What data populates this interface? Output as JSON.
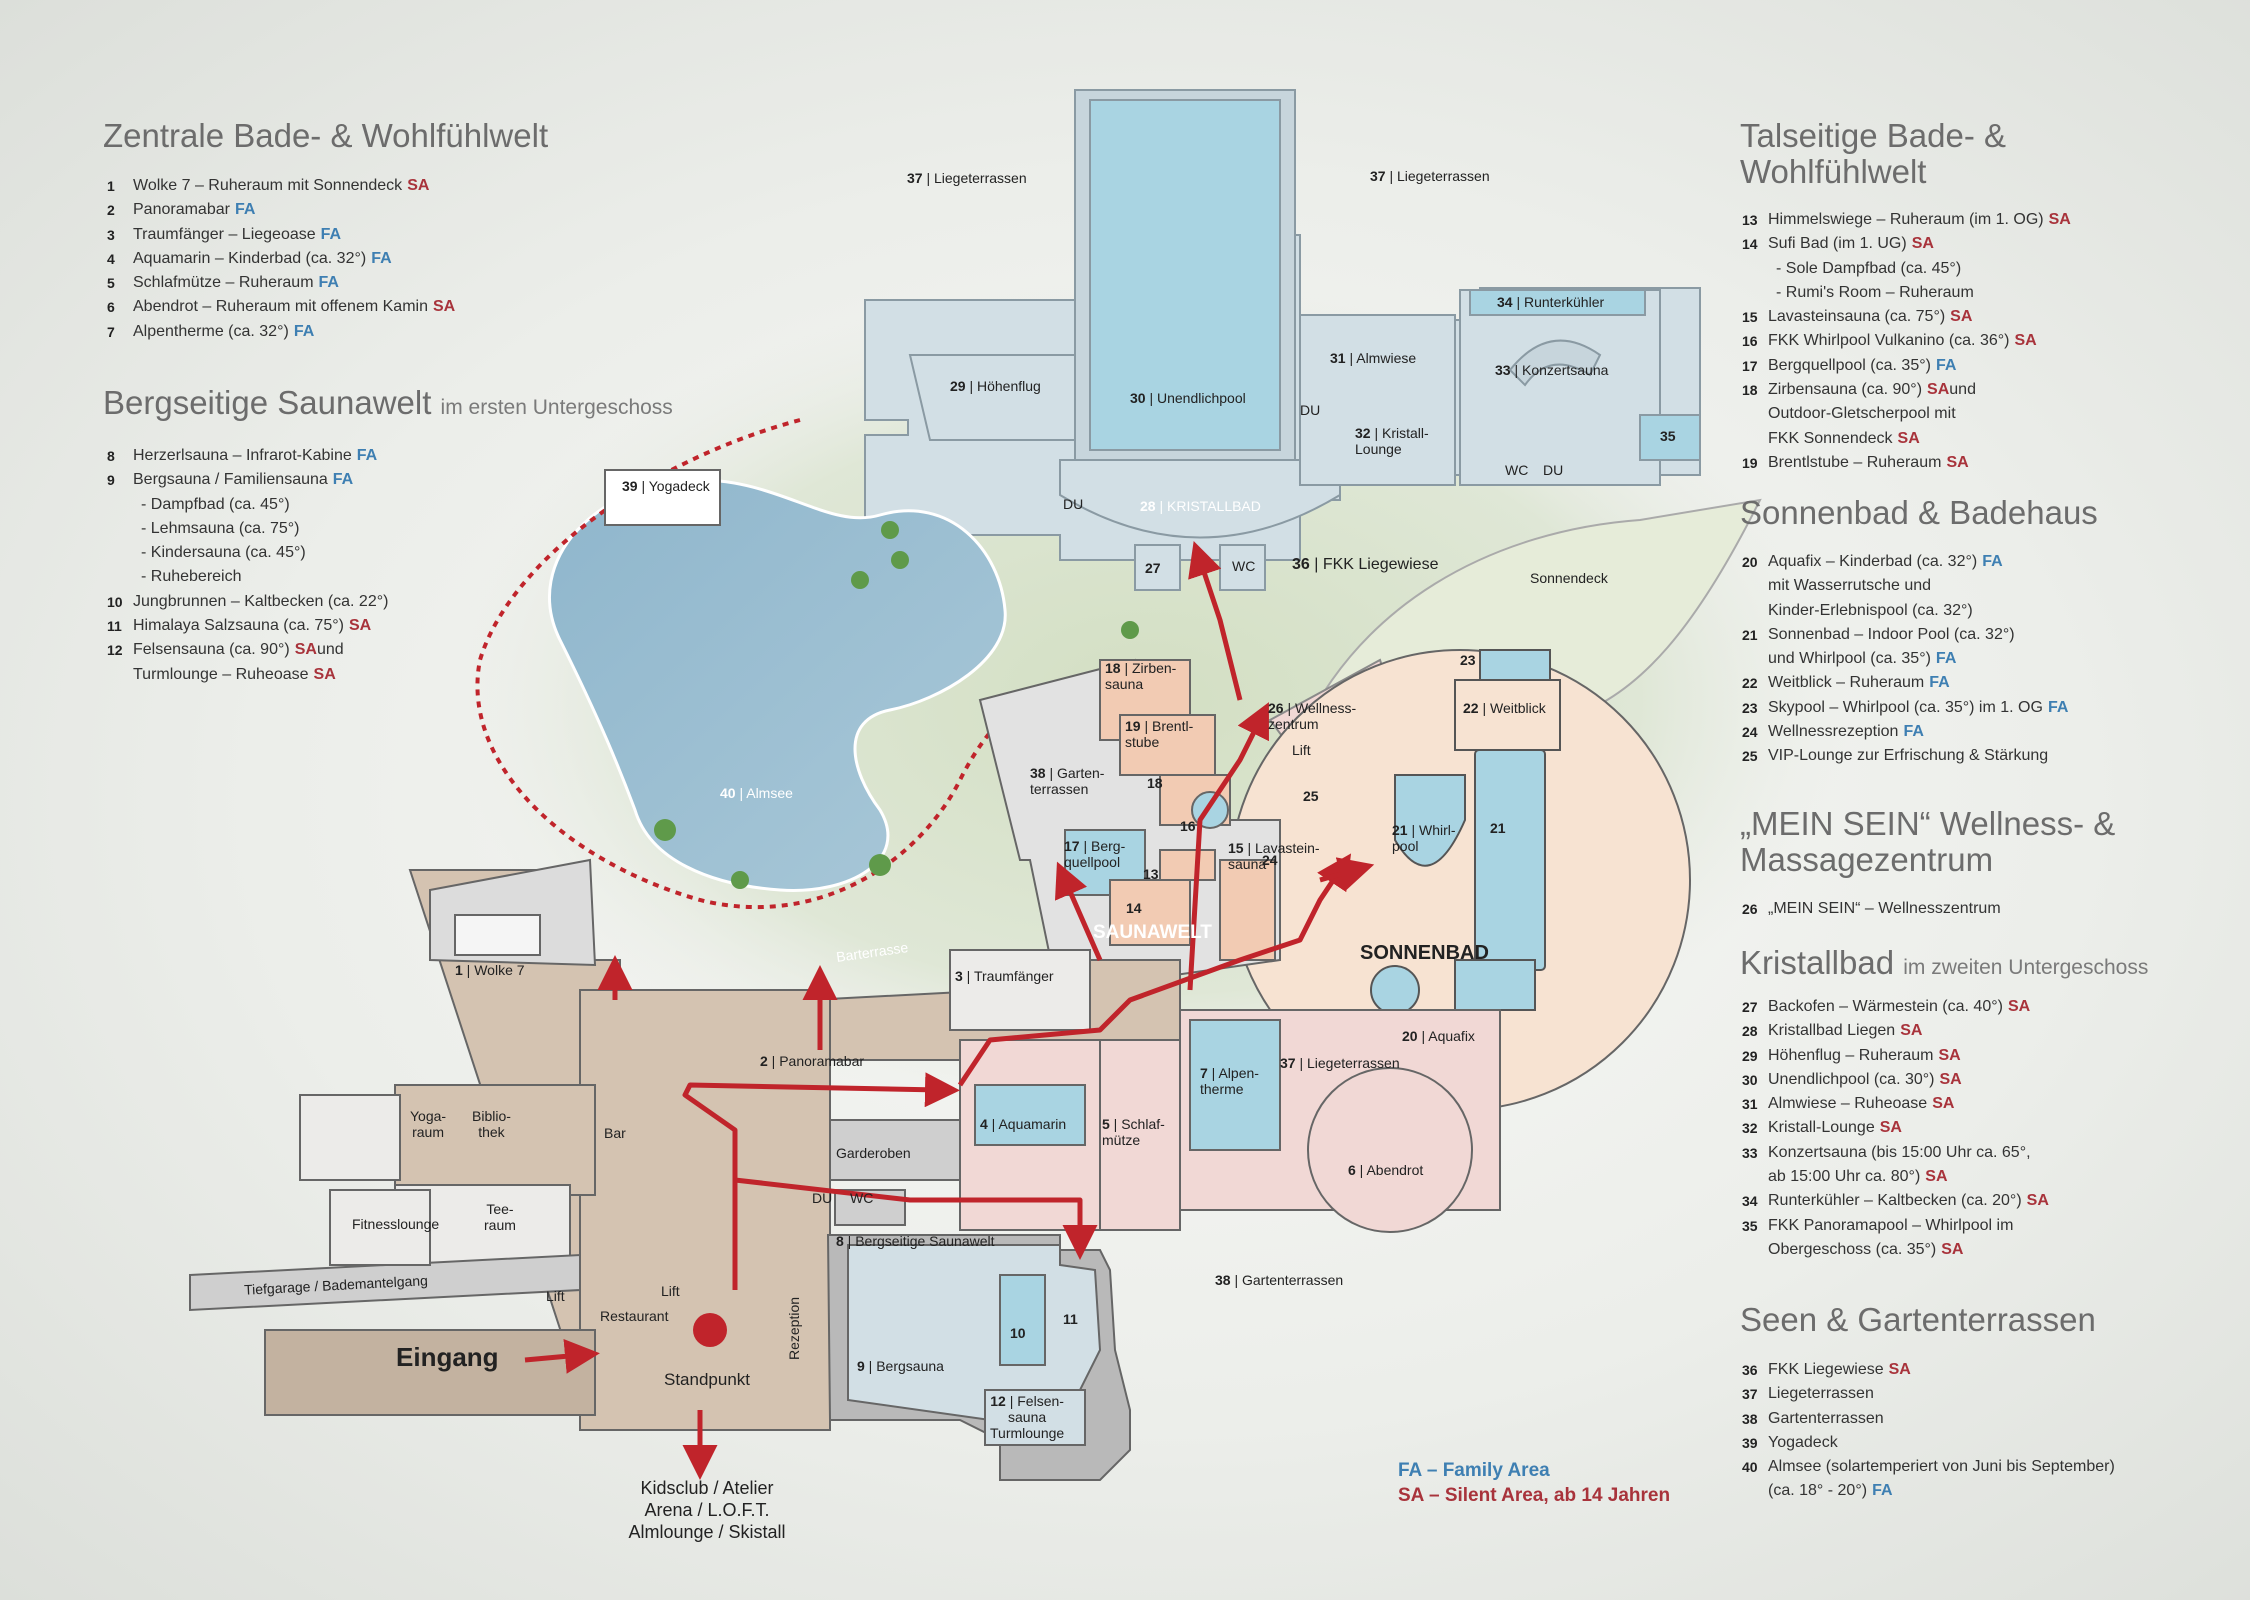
{
  "sections": {
    "zentral": {
      "title": "Zentrale Bade- & Wohlfühlwelt",
      "items": [
        {
          "num": "1",
          "text": "Wolke 7 – Ruheraum mit Sonnendeck",
          "tag": "SA"
        },
        {
          "num": "2",
          "text": "Panoramabar",
          "tag": "FA"
        },
        {
          "num": "3",
          "text": "Traumfänger – Liegeoase",
          "tag": "FA"
        },
        {
          "num": "4",
          "text": "Aquamarin – Kinderbad (ca. 32°)",
          "tag": "FA"
        },
        {
          "num": "5",
          "text": "Schlafmütze – Ruheraum",
          "tag": "FA"
        },
        {
          "num": "6",
          "text": "Abendrot – Ruheraum mit offenem Kamin",
          "tag": "SA"
        },
        {
          "num": "7",
          "text": "Alpentherme (ca. 32°)",
          "tag": "FA"
        }
      ]
    },
    "bergseitig": {
      "title": "Bergseitige Saunawelt",
      "subtitle": "im ersten Untergeschoss",
      "items": [
        {
          "num": "8",
          "text": "Herzerlsauna – Infrarot-Kabine",
          "tag": "FA"
        },
        {
          "num": "9",
          "text": "Bergsauna / Familiensauna",
          "tag": "FA"
        },
        {
          "num": "",
          "text": "- Dampfbad (ca. 45°)",
          "tag": "",
          "sub": true
        },
        {
          "num": "",
          "text": "- Lehmsauna (ca. 75°)",
          "tag": "",
          "sub": true
        },
        {
          "num": "",
          "text": "- Kindersauna (ca. 45°)",
          "tag": "",
          "sub": true
        },
        {
          "num": "",
          "text": "- Ruhebereich",
          "tag": "",
          "sub": true
        },
        {
          "num": "10",
          "text": "Jungbrunnen – Kaltbecken (ca. 22°)",
          "tag": ""
        },
        {
          "num": "11",
          "text": "Himalaya Salzsauna (ca. 75°)",
          "tag": "SA"
        },
        {
          "num": "12",
          "text": "Felsensauna (ca. 90°)",
          "tag": "SA",
          "after": " und"
        },
        {
          "num": "",
          "text": "Turmlounge – Ruheoase",
          "tag": "SA"
        }
      ]
    },
    "talseitig": {
      "title_line1": "Talseitige Bade- &",
      "title_line2": "Wohlfühlwelt",
      "items": [
        {
          "num": "13",
          "text": "Himmelswiege – Ruheraum (im 1. OG)",
          "tag": "SA"
        },
        {
          "num": "14",
          "text": "Sufi Bad (im 1. UG)",
          "tag": "SA"
        },
        {
          "num": "",
          "text": "- Sole Dampfbad (ca. 45°)",
          "tag": "",
          "sub": true
        },
        {
          "num": "",
          "text": "- Rumi's Room – Ruheraum",
          "tag": "",
          "sub": true
        },
        {
          "num": "15",
          "text": "Lavasteinsauna (ca. 75°)",
          "tag": "SA"
        },
        {
          "num": "16",
          "text": "FKK Whirlpool Vulkanino (ca. 36°)",
          "tag": "SA"
        },
        {
          "num": "17",
          "text": "Bergquellpool (ca. 35°)",
          "tag": "FA"
        },
        {
          "num": "18",
          "text": "Zirbensauna (ca. 90°)",
          "tag": "SA",
          "after": " und"
        },
        {
          "num": "",
          "text": "Outdoor-Gletscherpool mit",
          "tag": ""
        },
        {
          "num": "",
          "text": "FKK Sonnendeck",
          "tag": "SA"
        },
        {
          "num": "19",
          "text": "Brentlstube – Ruheraum",
          "tag": "SA"
        }
      ]
    },
    "sonnenbad": {
      "title": "Sonnenbad & Badehaus",
      "items": [
        {
          "num": "20",
          "text": "Aquafix – Kinderbad (ca. 32°)",
          "tag": "FA"
        },
        {
          "num": "",
          "text": "mit Wasserrutsche und",
          "tag": ""
        },
        {
          "num": "",
          "text": "Kinder-Erlebnispool (ca. 32°)",
          "tag": ""
        },
        {
          "num": "21",
          "text": "Sonnenbad – Indoor Pool (ca. 32°)",
          "tag": ""
        },
        {
          "num": "",
          "text": "und Whirlpool (ca. 35°)",
          "tag": "FA"
        },
        {
          "num": "22",
          "text": "Weitblick – Ruheraum",
          "tag": "FA"
        },
        {
          "num": "23",
          "text": "Skypool – Whirlpool (ca. 35°) im 1. OG",
          "tag": "FA"
        },
        {
          "num": "24",
          "text": "Wellnessrezeption",
          "tag": "FA"
        },
        {
          "num": "25",
          "text": "VIP-Lounge zur Erfrischung & Stärkung",
          "tag": ""
        }
      ]
    },
    "meinsein": {
      "title_line1": "„MEIN SEIN“ Wellness- &",
      "title_line2": "Massagezentrum",
      "items": [
        {
          "num": "26",
          "text": "„MEIN SEIN“ – Wellnesszentrum",
          "tag": ""
        }
      ]
    },
    "kristallbad": {
      "title": "Kristallbad",
      "subtitle": "im zweiten Untergeschoss",
      "items": [
        {
          "num": "27",
          "text": "Backofen – Wärmestein (ca. 40°)",
          "tag": "SA"
        },
        {
          "num": "28",
          "text": "Kristallbad Liegen",
          "tag": "SA"
        },
        {
          "num": "29",
          "text": "Höhenflug – Ruheraum",
          "tag": "SA"
        },
        {
          "num": "30",
          "text": "Unendlichpool (ca. 30°)",
          "tag": "SA"
        },
        {
          "num": "31",
          "text": "Almwiese – Ruheoase",
          "tag": "SA"
        },
        {
          "num": "32",
          "text": "Kristall-Lounge",
          "tag": "SA"
        },
        {
          "num": "33",
          "text": "Konzertsauna (bis 15:00 Uhr ca. 65°,",
          "tag": ""
        },
        {
          "num": "",
          "text": "ab 15:00 Uhr ca. 80°)",
          "tag": "SA"
        },
        {
          "num": "34",
          "text": "Runterkühler – Kaltbecken (ca. 20°)",
          "tag": "SA"
        },
        {
          "num": "35",
          "text": "FKK Panoramapool – Whirlpool im",
          "tag": ""
        },
        {
          "num": "",
          "text": "Obergeschoss (ca. 35°)",
          "tag": "SA"
        }
      ]
    },
    "seen": {
      "title": "Seen & Gartenterrassen",
      "items": [
        {
          "num": "36",
          "text": "FKK Liegewiese",
          "tag": "SA"
        },
        {
          "num": "37",
          "text": "Liegeterrassen",
          "tag": ""
        },
        {
          "num": "38",
          "text": "Gartenterrassen",
          "tag": ""
        },
        {
          "num": "39",
          "text": "Yogadeck",
          "tag": ""
        },
        {
          "num": "40",
          "text": "Almsee (solartemperiert von Juni bis September)",
          "tag": ""
        },
        {
          "num": "",
          "text": "(ca. 18° - 20°)",
          "tag": "FA"
        }
      ]
    }
  },
  "legend": {
    "fa": "FA – Family Area",
    "sa": "SA – Silent Area, ab 14 Jahren"
  },
  "map": {
    "labels": {
      "liegeterrassen_left": "Liegeterrassen",
      "liegeterrassen_right": "Liegeterrassen",
      "liegeterrassen_mid": "Liegeterrassen",
      "hoehenflug": "Höhenflug",
      "unendlichpool": "Unendlichpool",
      "almwiese": "Almwiese",
      "runterkuehler": "Runterkühler",
      "konzertsauna": "Konzertsauna",
      "kristall_lounge_1": "Kristall-",
      "kristall_lounge_2": "Lounge",
      "kristallbad": "KRISTALLBAD",
      "du": "DU",
      "wc": "WC",
      "fkk_liegewiese": "FKK Liegewiese",
      "sonnendeck": "Sonnendeck",
      "yogadeck": "Yogadeck",
      "almsee": "Almsee",
      "zirbensauna_1": "Zirben-",
      "zirbensauna_2": "sauna",
      "brentlstube_1": "Brentl-",
      "brentlstube_2": "stube",
      "gartenterrassen_1": "Garten-",
      "gartenterrassen_2": "terrassen",
      "wellnesszentrum_1": "Wellness-",
      "wellnesszentrum_2": "zentrum",
      "weitblick": "Weitblick",
      "whirlpool_1": "Whirl-",
      "whirlpool_2": "pool",
      "bergquellpool_1": "Berg-",
      "bergquellpool_2": "quellpool",
      "lavasteinsauna_1": "Lavastein-",
      "lavasteinsauna_2": "sauna",
      "saunawelt": "SAUNAWELT",
      "sonnenbad": "SONNENBAD",
      "aquafix": "Aquafix",
      "lift": "Lift",
      "wolke7": "Wolke 7",
      "barterrasse": "Barterrasse",
      "traumfaenger": "Traumfänger",
      "panoramabar": "Panoramabar",
      "alpentherme_1": "Alpen-",
      "alpentherme_2": "therme",
      "aquamarin": "Aquamarin",
      "schlafmuetze_1": "Schlaf-",
      "schlafmuetze_2": "mütze",
      "abendrot": "Abendrot",
      "garderoben": "Garderoben",
      "bergseitige_saunawelt": "Bergseitige Saunawelt",
      "bergsauna": "Bergsauna",
      "felsensauna_1": "Felsen-",
      "felsensauna_2": "sauna",
      "felsensauna_3": "Turmlounge",
      "gartenterrassen_bottom": "Gartenterrassen",
      "yogaraum_1": "Yoga-",
      "yogaraum_2": "raum",
      "bibliothek_1": "Biblio-",
      "bibliothek_2": "thek",
      "bar": "Bar",
      "fitnesslounge": "Fitnesslounge",
      "teeraum_1": "Tee-",
      "teeraum_2": "raum",
      "tiefgarage": "Tiefgarage / Bademantelgang",
      "restaurant": "Restaurant",
      "rezeption": "Rezeption",
      "eingang": "Eingang",
      "standpunkt": "Standpunkt",
      "kidsclub_1": "Kidsclub / Atelier",
      "kidsclub_2": "Arena / L.O.F.T.",
      "kidsclub_3": "Almlounge / Skistall"
    }
  },
  "colors": {
    "pool": "#a9d4e2",
    "room_beige": "#cdbfae",
    "room_pink": "#f1d8d5",
    "room_bluegray": "#d2dfe5",
    "room_gray": "#cfcfcf",
    "salmon": "#f2cbb3",
    "sonnenbad_fill": "#f7e3d2",
    "path_red": "#c0242b",
    "fa": "#3e7fb2",
    "sa": "#a8333b"
  }
}
